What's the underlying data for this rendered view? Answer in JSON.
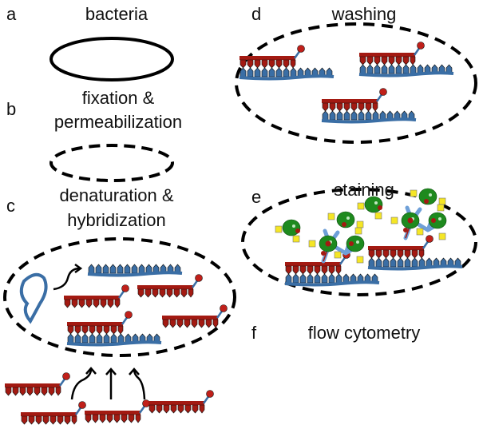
{
  "panels": [
    {
      "letter": "a",
      "title": "bacteria"
    },
    {
      "letter": "b",
      "title_line1": "fixation &",
      "title_line2": "permeabilization"
    },
    {
      "letter": "c",
      "title_line1": "denaturation &",
      "title_line2": "hybridization"
    },
    {
      "letter": "d",
      "title": "washing"
    },
    {
      "letter": "e",
      "title": "staining"
    },
    {
      "letter": "f",
      "title": "flow cytometry"
    }
  ],
  "colors": {
    "probe": "#a31a12",
    "target": "#3a6ea5",
    "antibody": "#6fa0d8",
    "fluorophore": "#1e8a1e",
    "marker": "#f5e625",
    "outline": "#000000"
  }
}
